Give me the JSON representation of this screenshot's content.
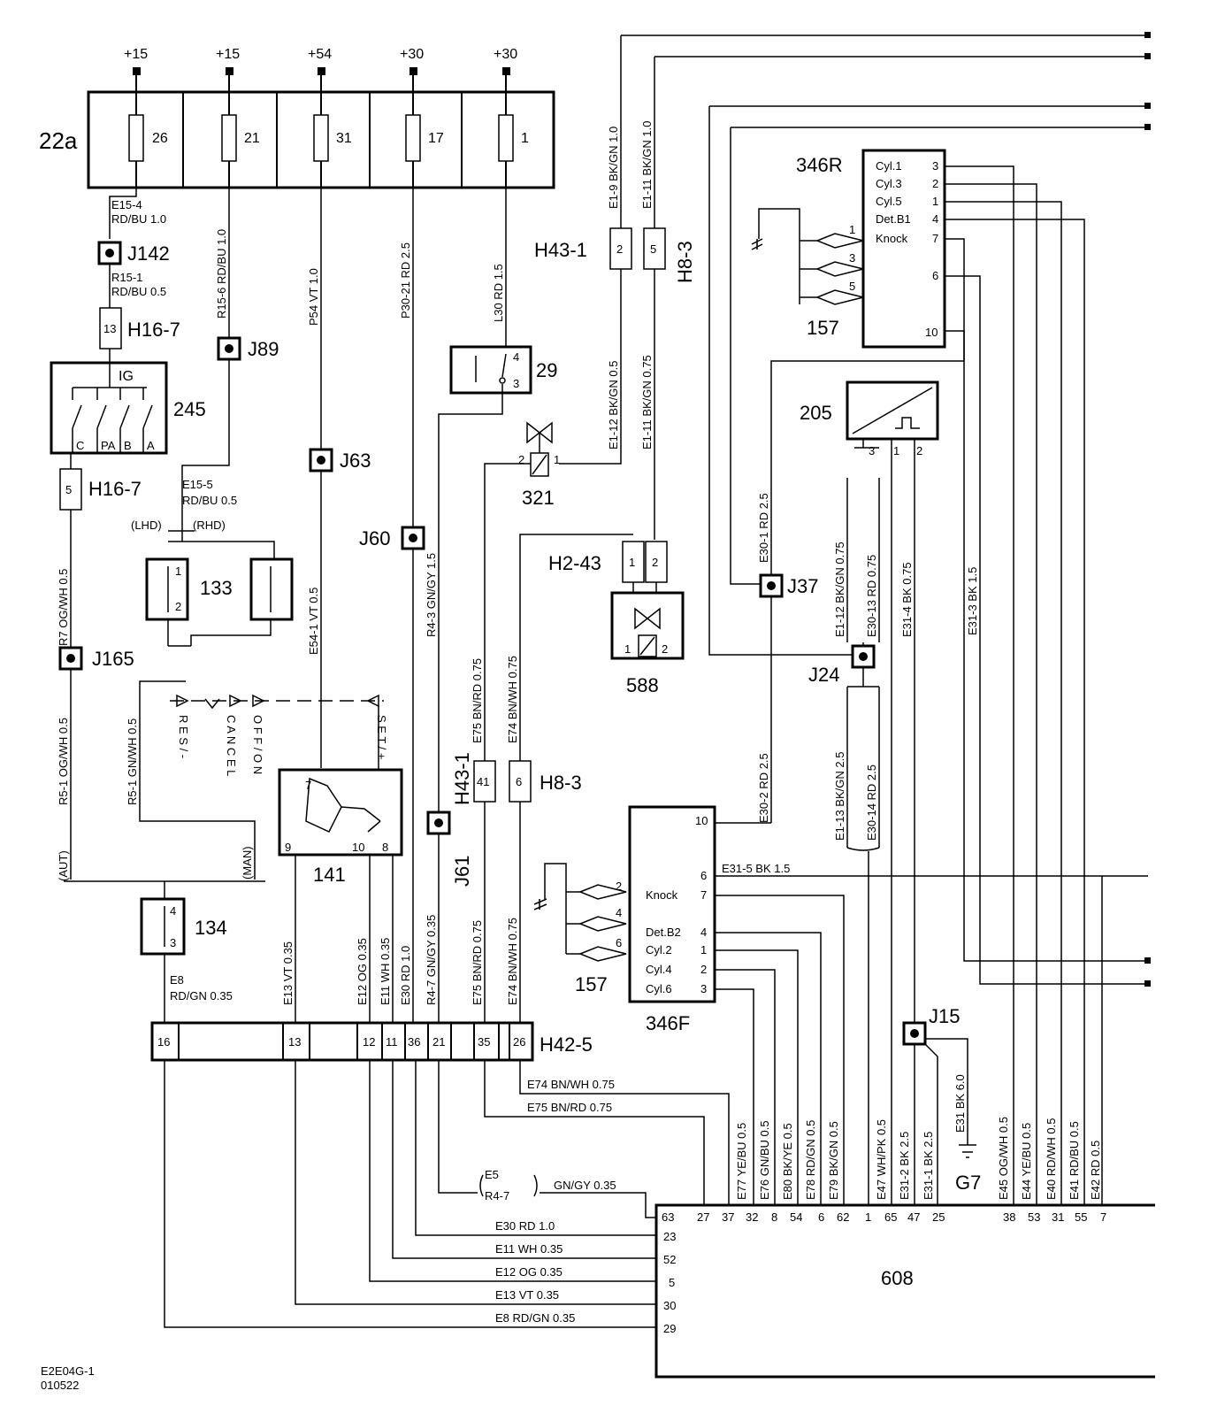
{
  "fusebox": {
    "label": "22a",
    "supplies": [
      "+15",
      "+15",
      "+54",
      "+30",
      "+30"
    ],
    "fuses": [
      "26",
      "21",
      "31",
      "17",
      "1"
    ]
  },
  "wires_vertical": {
    "p54": "P54  VT   1.0",
    "p30_21": "P30-21  RD   2.5",
    "l30": "L30  RD   1.5",
    "r15_6": "R15-6  RD/BU   1.0",
    "e1_9": "E1-9  BK/GN  1.0",
    "e1_11_top": "E1-11  BK/GN  1.0",
    "e1_12": "E1-12  BK/GN  0.5",
    "e1_11": "E1-11  BK/GN  0.75",
    "r7": "R7   OG/WH   0.5",
    "r5_1": "R5-1   OG/WH   0.5",
    "r5_1_gn": "R5-1   GN/WH   0.5",
    "e54_1": "E54-1  VT   0.5",
    "r4_3": "R4-3   GN/GY  1.5",
    "e75_top": "E75   BN/RD  0.75",
    "e74_top": "E74   BN/WH  0.75",
    "e30_1": "E30-1   RD   2.5",
    "e30_2": "E30-2   RD   2.5",
    "e1_12b": "E1-12   BK/GN   0.75",
    "e30_13": "E30-13   RD   0.75",
    "e31_4": "E31-4  BK   0.75",
    "e31_3": "E31-3   BK   1.5",
    "e1_13": "E1-13   BK/GN   2.5",
    "e30_14": "E30-14   RD   2.5",
    "e13": "E13   VT   0.35",
    "e12": "E12   OG   0.35",
    "e11": "E11   WH   0.35",
    "e30": "E30   RD   1.0",
    "r4_7": "R4-7   GN/GY  0.35",
    "e75_low": "E75   BN/RD  0.75",
    "e74_low": "E74   BN/WH  0.75",
    "e77": "E77   YE/BU  0.5",
    "e76": "E76   GN/BU  0.5",
    "e80": "E80   BK/YE  0.5",
    "e78": "E78   RD/GN  0.5",
    "e79": "E79   BK/GN  0.5",
    "e47": "E47   WH/PK  0.5",
    "e31_2": "E31-2   BK  2.5",
    "e31_1": "E31-1   BK  2.5",
    "e31": "E31   BK   6.0",
    "e45": "E45   OG/WH  0.5",
    "e44": "E44   YE/BU  0.5",
    "e40": "E40   RD/WH  0.5",
    "e41": "E41   RD/BU  0.5",
    "e42": "E42   RD   0.5"
  },
  "wires_horizontal": {
    "e15_4": "E15-4",
    "e15_4b": "RD/BU  1.0",
    "r15_1": "R15-1",
    "r15_1b": "RD/BU  0.5",
    "e15_5": "E15-5",
    "e15_5b": "RD/BU   0.5",
    "e8": "E8",
    "e8b": "RD/GN  0.35",
    "e74_h": "E74   BN/WH  0.75",
    "e75_h": "E75   BN/RD  0.75",
    "e5": "E5",
    "r4_7h": "R4-7",
    "gngy": "GN/GY   0.35",
    "e30_h": "E30    RD    1.0",
    "e11_h": "E11    WH    0.35",
    "e12_h": "E12    OG    0.35",
    "e13_h": "E13    VT    0.35",
    "e8_h": "E8    RD/GN  0.35",
    "e31_5": "E31-5   BK    1.5"
  },
  "components": {
    "j142": "J142",
    "h16_7a": "H16-7",
    "h16_7a_pin": "13",
    "j89": "J89",
    "sw245": "245",
    "sw245_ig": "IG",
    "sw245_c": "C",
    "sw245_pa": "PA",
    "sw245_b": "B",
    "sw245_a": "A",
    "h16_7b": "H16-7",
    "h16_7b_pin": "5",
    "lhd": "(LHD)",
    "rhd": "(RHD)",
    "c133": "133",
    "c133_p1": "1",
    "c133_p2": "2",
    "j165": "J165",
    "j63": "J63",
    "j60": "J60",
    "c29": "29",
    "c29_p4": "4",
    "c29_p3": "3",
    "v321": "321",
    "v321_p2": "2",
    "v321_p1": "1",
    "h43_1a": "H43-1",
    "h43_1a_pin": "2",
    "h8_3a": "H8-3",
    "h8_3a_pin": "5",
    "h2_43": "H2-43",
    "h2_43_p1": "1",
    "h2_43_p2": "2",
    "v588": "588",
    "v588_p1": "1",
    "v588_p2": "2",
    "h43_1b": "H43-1",
    "h43_1b_pin": "41",
    "h8_3b": "H8-3",
    "h8_3b_pin": "6",
    "j61": "J61",
    "c141": "141",
    "c141_p7": "7",
    "c141_p9": "9",
    "c141_p10": "10",
    "c141_p8": "8",
    "aut": "(AUT)",
    "man": "(MAN)",
    "c134": "134",
    "c134_p4": "4",
    "c134_p3": "3",
    "h42_5": "H42-5",
    "h42_5_pins": [
      "16",
      "13",
      "12",
      "11",
      "36",
      "21",
      "35",
      "26"
    ],
    "c157a": "157",
    "c157b": "157",
    "c157a_pins": [
      "1",
      "3",
      "5"
    ],
    "c157b_pins": [
      "2",
      "4",
      "6"
    ],
    "c346r": "346R",
    "c346r_rows": [
      {
        "label": "Cyl.1",
        "pin": "3"
      },
      {
        "label": "Cyl.3",
        "pin": "2"
      },
      {
        "label": "Cyl.5",
        "pin": "1"
      },
      {
        "label": "Det.B1",
        "pin": "4"
      },
      {
        "label": "Knock",
        "pin": "7"
      }
    ],
    "c346r_p6": "6",
    "c346r_p10": "10",
    "c205": "205",
    "c205_pins": [
      "3",
      "1",
      "2"
    ],
    "j37": "J37",
    "j24": "J24",
    "j15": "J15",
    "g7": "G7",
    "c346f": "346F",
    "c346f_p10": "10",
    "c346f_p6": "6",
    "c346f_knock": "Knock",
    "c346f_p7": "7",
    "c346f_rows": [
      {
        "label": "Det.B2",
        "pin": "4"
      },
      {
        "label": "Cyl.2",
        "pin": "1"
      },
      {
        "label": "Cyl.4",
        "pin": "2"
      },
      {
        "label": "Cyl.6",
        "pin": "3"
      }
    ],
    "c608": "608",
    "c608_left_pins": [
      "63",
      "23",
      "52",
      "5",
      "30",
      "29"
    ],
    "c608_top_pins": [
      "27",
      "37",
      "32",
      "8",
      "54",
      "6",
      "62",
      "1",
      "65",
      "47",
      "25",
      "38",
      "53",
      "31",
      "55",
      "7"
    ]
  },
  "buttons": [
    "R E S / -",
    "C A N C E L",
    "O F F / O N",
    "S E T / +"
  ],
  "footer": {
    "code": "E2E04G-1",
    "date": "010522"
  }
}
